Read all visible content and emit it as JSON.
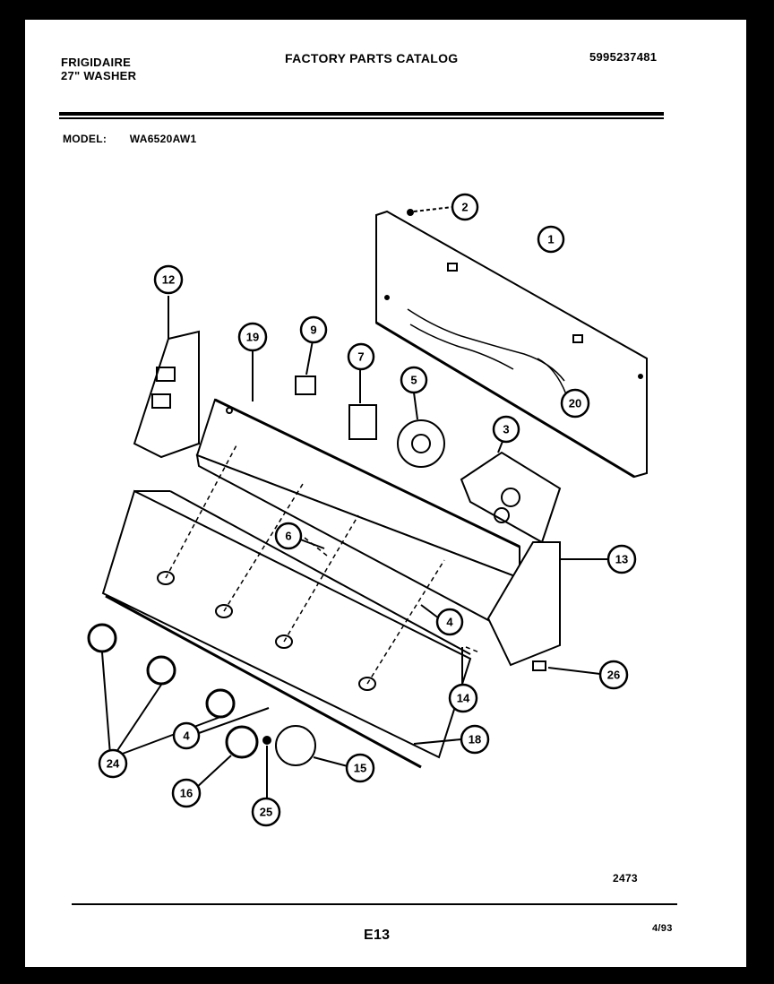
{
  "header": {
    "brand": "FRIGIDAIRE",
    "product": "27\" WASHER",
    "catalog_title": "FACTORY PARTS CATALOG",
    "catalog_number": "5995237481",
    "model_label": "MODEL:",
    "model_value": "WA6520AW1"
  },
  "footer": {
    "drawing_ref": "2473",
    "page_number": "E13",
    "date": "4/93"
  },
  "callouts": [
    {
      "id": "callout-1",
      "label": "1"
    },
    {
      "id": "callout-2",
      "label": "2"
    },
    {
      "id": "callout-3",
      "label": "3"
    },
    {
      "id": "callout-4a",
      "label": "4"
    },
    {
      "id": "callout-4b",
      "label": "4"
    },
    {
      "id": "callout-5",
      "label": "5"
    },
    {
      "id": "callout-6",
      "label": "6"
    },
    {
      "id": "callout-7",
      "label": "7"
    },
    {
      "id": "callout-9",
      "label": "9"
    },
    {
      "id": "callout-12",
      "label": "12"
    },
    {
      "id": "callout-13",
      "label": "13"
    },
    {
      "id": "callout-14",
      "label": "14"
    },
    {
      "id": "callout-15",
      "label": "15"
    },
    {
      "id": "callout-16",
      "label": "16"
    },
    {
      "id": "callout-18",
      "label": "18"
    },
    {
      "id": "callout-19",
      "label": "19"
    },
    {
      "id": "callout-20",
      "label": "20"
    },
    {
      "id": "callout-24",
      "label": "24"
    },
    {
      "id": "callout-25",
      "label": "25"
    },
    {
      "id": "callout-26",
      "label": "26"
    }
  ]
}
